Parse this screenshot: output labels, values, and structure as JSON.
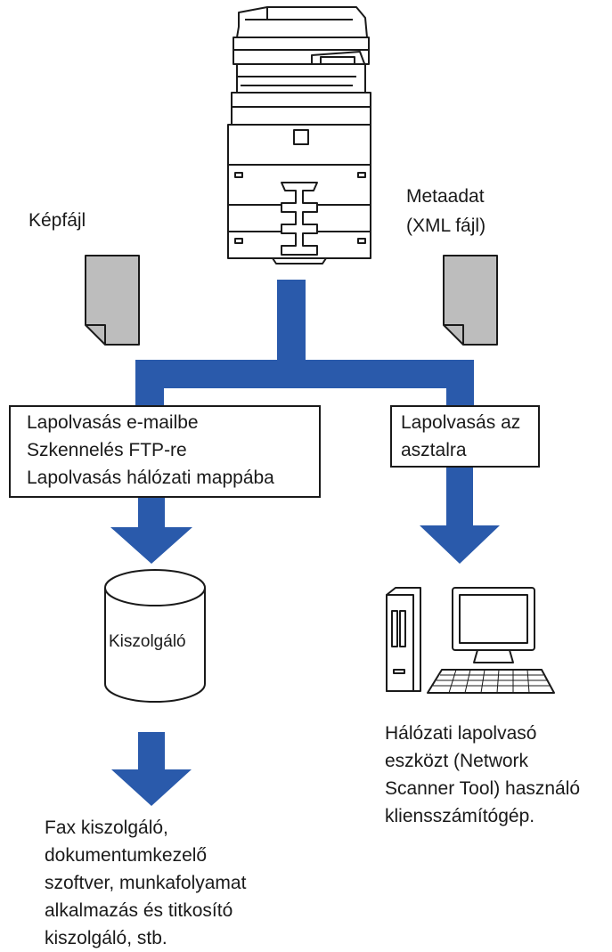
{
  "labels": {
    "image_file": "Képfájl",
    "metadata_line1": "Metaadat",
    "metadata_line2": "(XML fájl)",
    "server": "Kiszolgáló"
  },
  "left_box": {
    "lines": [
      "Lapolvasás e-mailbe",
      "Szkennelés FTP-re",
      "Lapolvasás hálózati mappába"
    ]
  },
  "right_box": {
    "lines": [
      "Lapolvasás az",
      "asztalra"
    ]
  },
  "client_caption": {
    "lines": [
      "Hálózati lapolvasó",
      "eszközt (Network",
      "Scanner Tool) használó",
      "kliensszámítógép."
    ]
  },
  "server_caption": {
    "lines": [
      "Fax kiszolgáló,",
      "dokumentumkezelő",
      "szoftver, munkafolyamat",
      "alkalmazás és titkosító",
      "kiszolgáló, stb."
    ]
  },
  "colors": {
    "flow": "#2a5aab",
    "document": "#bdbdbd",
    "outline": "#1a1a1a"
  },
  "icons": [
    "mfp-printer-icon",
    "document-icon",
    "server-cylinder-icon",
    "desktop-computer-icon"
  ]
}
